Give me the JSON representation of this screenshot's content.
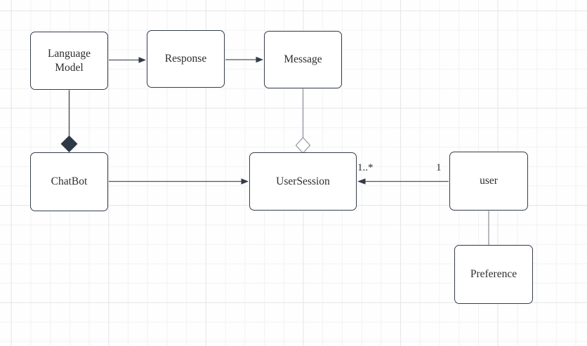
{
  "diagram": {
    "type": "uml-class-diagram",
    "nodes": [
      {
        "id": "language-model",
        "label": "Language Model"
      },
      {
        "id": "response",
        "label": "Response"
      },
      {
        "id": "message",
        "label": "Message"
      },
      {
        "id": "chatbot",
        "label": "ChatBot"
      },
      {
        "id": "user-session",
        "label": "UserSession"
      },
      {
        "id": "user",
        "label": "user"
      },
      {
        "id": "preference",
        "label": "Preference"
      }
    ],
    "edges": [
      {
        "from": "Language Model",
        "to": "Response",
        "type": "directed-arrow"
      },
      {
        "from": "Response",
        "to": "Message",
        "type": "directed-arrow"
      },
      {
        "from": "Language Model",
        "to": "ChatBot",
        "type": "composition-filled-diamond"
      },
      {
        "from": "Message",
        "to": "UserSession",
        "type": "aggregation-hollow-diamond"
      },
      {
        "from": "ChatBot",
        "to": "UserSession",
        "type": "directed-arrow"
      },
      {
        "from": "user",
        "to": "UserSession",
        "type": "directed-arrow",
        "source_label": "1",
        "target_label": "1..*"
      },
      {
        "from": "user",
        "to": "Preference",
        "type": "plain-line"
      }
    ],
    "colors": {
      "background": "#fefefe",
      "grid_minor": "#f2f2f3",
      "grid_major": "#e6e6e9",
      "node_fill": "#ffffff",
      "node_border": "#353d4b",
      "edge_dark": "#4e545e",
      "edge_light": "#979ca4",
      "arrowhead": "#333b48",
      "composition_diamond_fill": "#2f3845",
      "text": "#2d2d2d"
    }
  }
}
